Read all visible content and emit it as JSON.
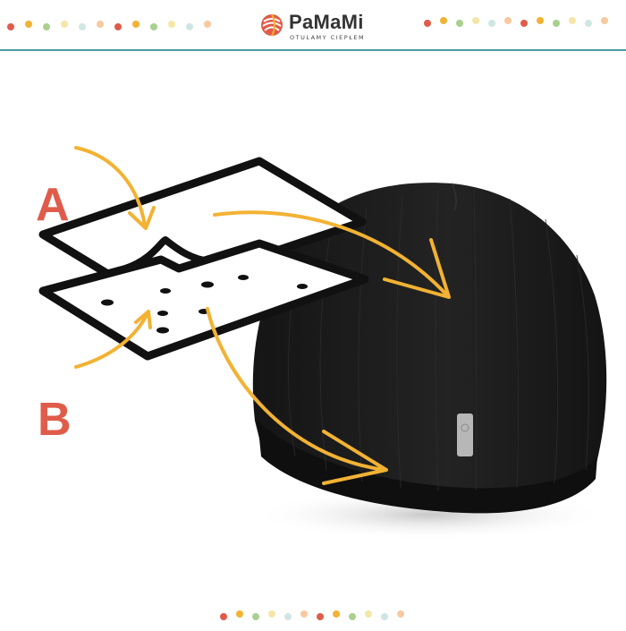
{
  "brand": {
    "name": "PaMaMi",
    "tagline": "OTULAMY CIEPŁEM"
  },
  "layers": {
    "top_label": "A",
    "bottom_label": "B"
  },
  "colors": {
    "header_rule": "#4a9aa3",
    "label_red": "#e05c4a",
    "arrow_yellow": "#f2b233",
    "hat_black": "#1c1c1c",
    "dot_palette": [
      "#e05c4a",
      "#f2b233",
      "#a9d08e",
      "#f5e6a8",
      "#cfe7e2",
      "#f7c9a0"
    ]
  },
  "icons": {
    "logo": "yarn-ball-icon",
    "layer_top": "fabric-layer-icon",
    "layer_bottom": "perforated-fabric-layer-icon",
    "arrows": "curved-arrow-icon"
  }
}
